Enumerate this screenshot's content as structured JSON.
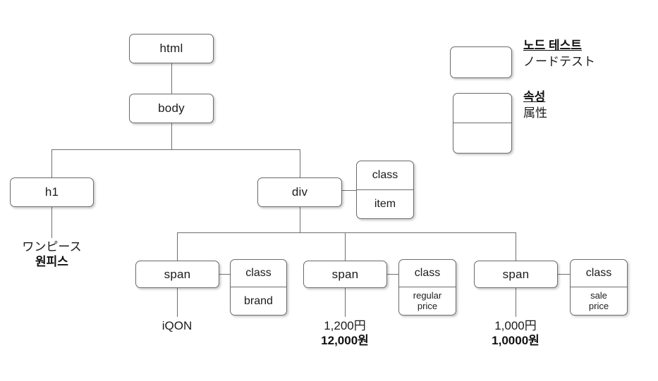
{
  "diagram": {
    "title_text": "",
    "colors": {
      "border": "#6b6b6b",
      "line": "#6f6f6f",
      "background": "#ffffff",
      "text": "#1b1b1b"
    },
    "nodes": {
      "html": "html",
      "body": "body",
      "h1": "h1",
      "div": "div",
      "span1": "span",
      "span2": "span",
      "span3": "span"
    },
    "attributes": {
      "div_attr": {
        "name": "class",
        "value": "item"
      },
      "span1_attr": {
        "name": "class",
        "value": "brand"
      },
      "span2_attr": {
        "name": "class",
        "value": "regular\nprice"
      },
      "span3_attr": {
        "name": "class",
        "value": "sale\nprice"
      }
    },
    "leaves": {
      "h1_text": {
        "ja": "ワンピース",
        "ko": "원피스"
      },
      "span1_text": {
        "ja": "iQON",
        "ko": ""
      },
      "span2_text": {
        "ja": "1,200円",
        "ko": "12,000원"
      },
      "span3_text": {
        "ja": "1,000円",
        "ko": "1,0000원"
      }
    }
  },
  "legend": {
    "node_test": {
      "ko": "노드 테스트",
      "ja": "ノードテスト"
    },
    "attribute": {
      "ko": "속성",
      "ja": "属性"
    }
  }
}
